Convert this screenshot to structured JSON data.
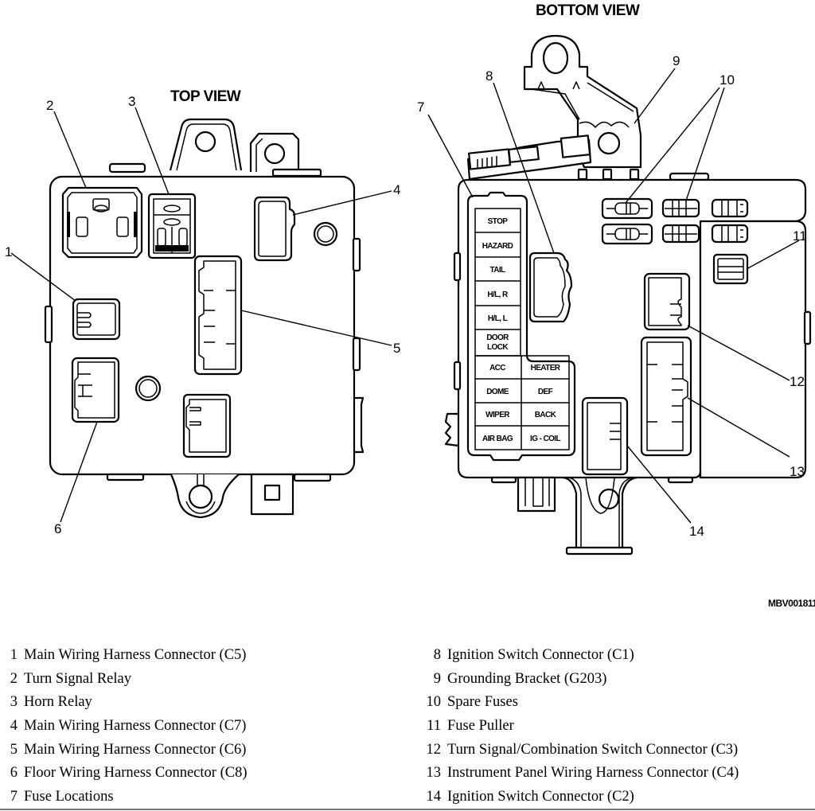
{
  "diagram": {
    "top_view_title": "TOP VIEW",
    "bottom_view_title": "BOTTOM VIEW",
    "catalog_number": "MBV001811",
    "callouts": [
      "1",
      "2",
      "3",
      "4",
      "5",
      "6",
      "7",
      "8",
      "9",
      "10",
      "11",
      "12",
      "13",
      "14"
    ],
    "fuse_block": {
      "single_column": [
        "STOP",
        "HAZARD",
        "TAIL",
        "H/L, R",
        "H/L, L",
        "DOOR",
        "LOCK"
      ],
      "two_column_rows": [
        [
          "ACC",
          "HEATER"
        ],
        [
          "DOME",
          "DEF"
        ],
        [
          "WIPER",
          "BACK"
        ],
        [
          "AIR BAG",
          "IG - COIL"
        ]
      ]
    }
  },
  "legend": {
    "left": [
      {
        "num": "1",
        "label": "Main Wiring Harness Connector (C5)"
      },
      {
        "num": "2",
        "label": "Turn Signal Relay"
      },
      {
        "num": "3",
        "label": "Horn Relay"
      },
      {
        "num": "4",
        "label": "Main Wiring Harness Connector (C7)"
      },
      {
        "num": "5",
        "label": "Main Wiring Harness Connector (C6)"
      },
      {
        "num": "6",
        "label": "Floor Wiring Harness Connector (C8)"
      },
      {
        "num": "7",
        "label": "Fuse Locations"
      }
    ],
    "right": [
      {
        "num": "8",
        "label": "Ignition Switch Connector (C1)"
      },
      {
        "num": "9",
        "label": "Grounding Bracket (G203)"
      },
      {
        "num": "10",
        "label": "Spare Fuses"
      },
      {
        "num": "11",
        "label": "Fuse Puller"
      },
      {
        "num": "12",
        "label": "Turn Signal/Combination Switch Connector (C3)"
      },
      {
        "num": "13",
        "label": "Instrument Panel Wiring Harness Connector (C4)"
      },
      {
        "num": "14",
        "label": "Ignition Switch Connector (C2)"
      }
    ]
  }
}
